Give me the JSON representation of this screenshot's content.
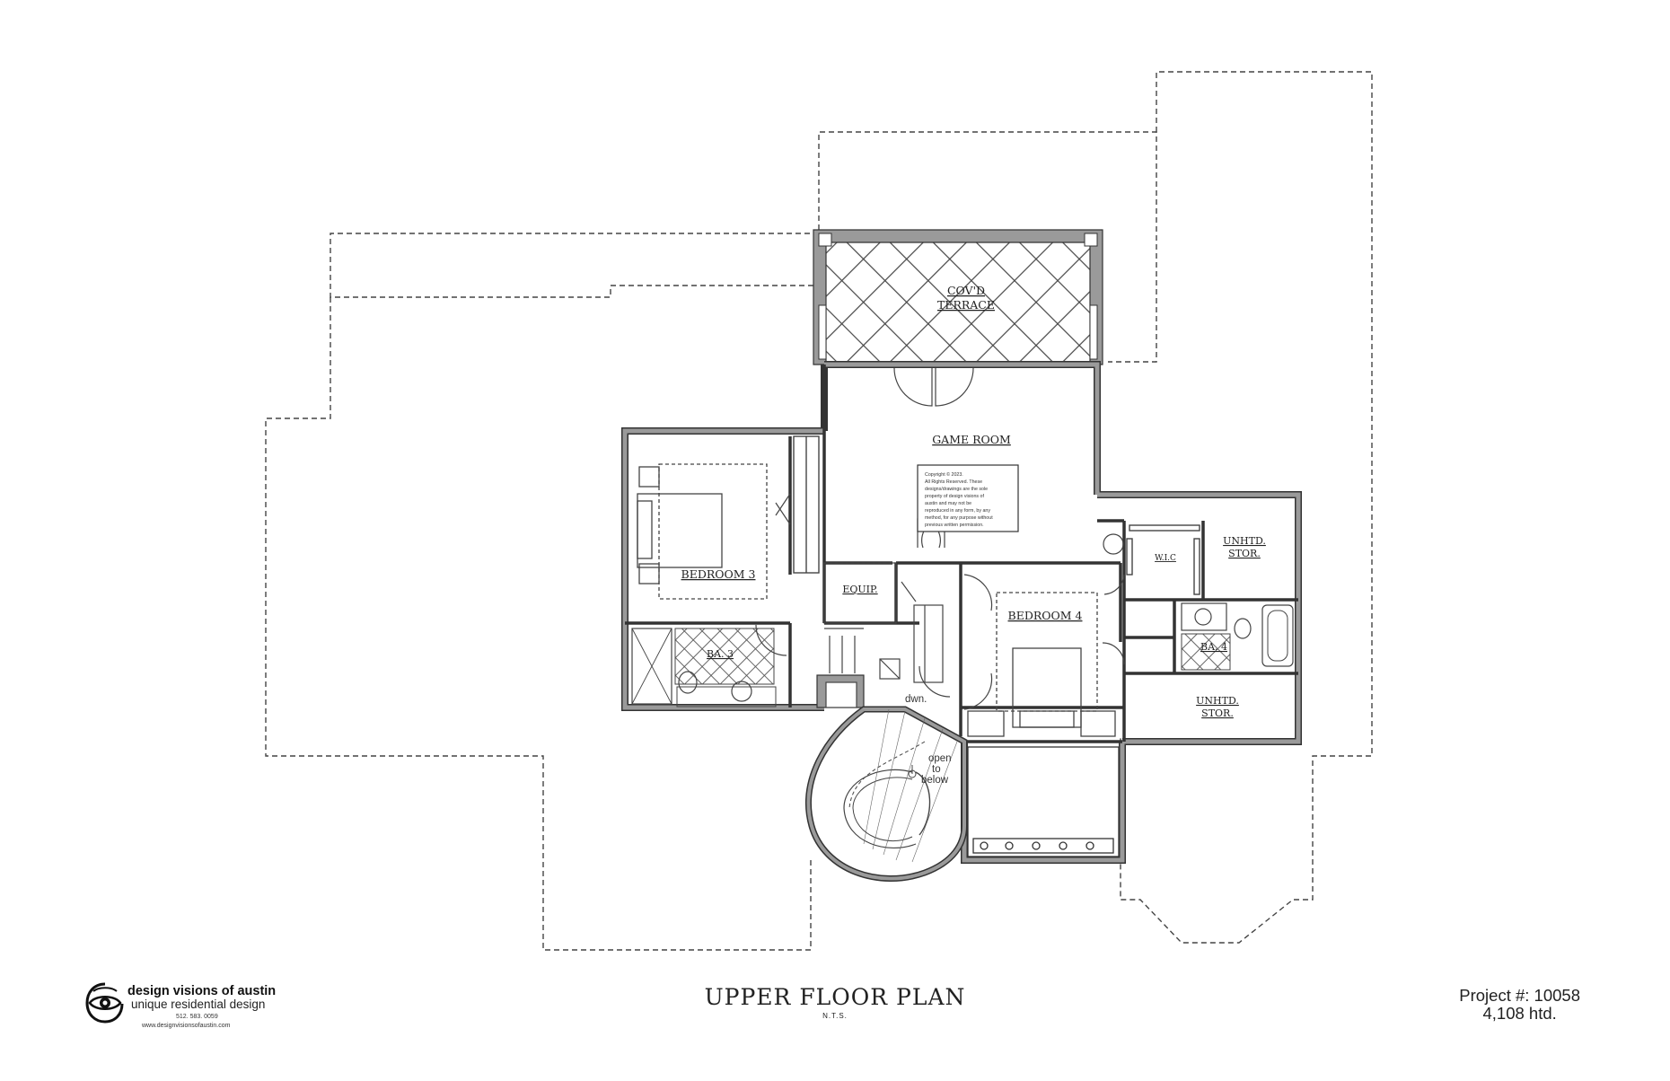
{
  "plan": {
    "title": "UPPER FLOOR PLAN",
    "scale_note": "N.T.S."
  },
  "rooms": {
    "covd_terrace_line1": "COV'D",
    "covd_terrace_line2": "TERRACE",
    "game_room": "GAME ROOM",
    "bedroom_3": "BEDROOM 3",
    "bedroom_4": "BEDROOM 4",
    "equip": "EQUIP.",
    "ba_3": "BA. 3",
    "ba_4": "BA. 4",
    "wic": "W.I.C",
    "unhtd_stor_upper_line1": "UNHTD.",
    "unhtd_stor_upper_line2": "STOR.",
    "unhtd_stor_lower_line1": "UNHTD.",
    "unhtd_stor_lower_line2": "STOR."
  },
  "annotations": {
    "stair_down": "dwn.",
    "open_line1": "open",
    "open_line2": "to",
    "open_line3": "below"
  },
  "copyright": {
    "line1": "Copyright © 2023.",
    "line2": "All Rights Reserved. These",
    "line3": "designs/drawings are the sole",
    "line4": "property of design visions of",
    "line5": "austin and may not be",
    "line6": "reproduced in any form, by any",
    "line7": "method, for any purpose without",
    "line8": "previous written permission."
  },
  "company": {
    "name": "design visions of austin",
    "tagline": "unique residential design",
    "phone": "512. 583. 0059",
    "website": "www.designvisionsofaustin.com"
  },
  "project": {
    "number": "Project #: 10058",
    "area": "4,108 htd."
  },
  "colors": {
    "wall_fill": "#9a9a9a",
    "line": "#333333",
    "background": "#ffffff"
  }
}
